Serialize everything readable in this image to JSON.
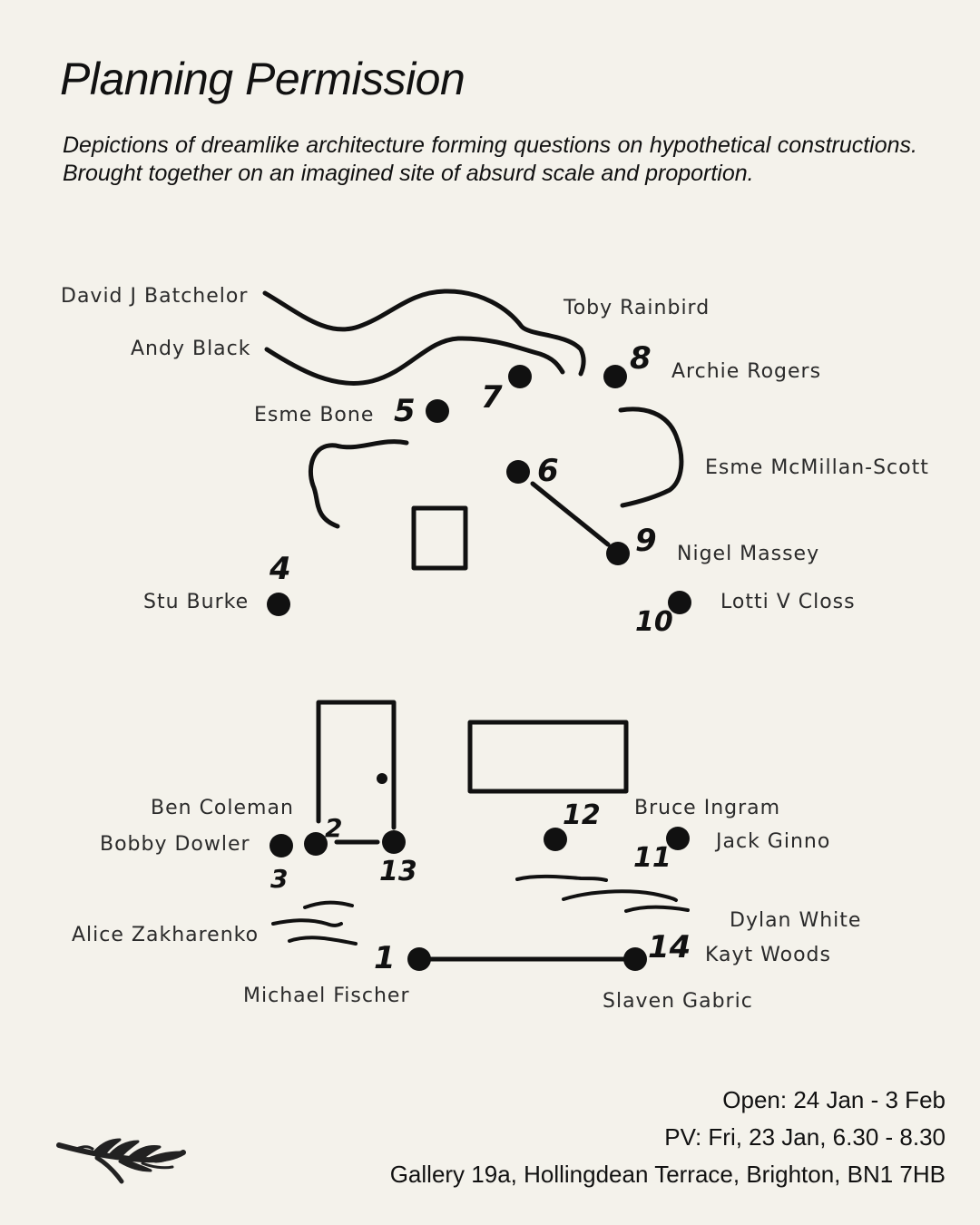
{
  "title": "Planning Permission",
  "description": "Depictions of dreamlike architecture forming questions on hypothetical constructions. Brought together on an imagined site of absurd scale and proportion.",
  "artists": [
    {
      "number": "1",
      "name": "Michael Fischer"
    },
    {
      "number": "2",
      "name": "Ben Coleman"
    },
    {
      "number": "3",
      "name": "Bobby Dowler"
    },
    {
      "number": "4",
      "name": "Stu Burke"
    },
    {
      "number": "5",
      "name": "Esme Bone"
    },
    {
      "number": "6",
      "name": "Esme McMillan-Scott"
    },
    {
      "number": "7",
      "name": "Toby Rainbird"
    },
    {
      "number": "8",
      "name": "Archie Rogers"
    },
    {
      "number": "9",
      "name": "Nigel Massey"
    },
    {
      "number": "10",
      "name": "Lotti V Closs"
    },
    {
      "number": "11",
      "name": "Jack Ginno"
    },
    {
      "number": "12",
      "name": "Bruce Ingram"
    },
    {
      "number": "13",
      "name": "Alice Zakharenko"
    },
    {
      "number": "14",
      "name": "Slaven Gabric"
    }
  ],
  "other_labels": {
    "david": "David J Batchelor",
    "andy": "Andy Black",
    "dylan": "Dylan White",
    "kayt": "Kayt Woods"
  },
  "info": {
    "open": "Open: 24 Jan - 3 Feb",
    "pv": "PV: Fri, 23 Jan, 6.30 - 8.30",
    "address": "Gallery 19a, Hollingdean Terrace, Brighton, BN1 7HB"
  },
  "colors": {
    "background": "#f4f2eb",
    "ink": "#111111"
  },
  "icons": {
    "logo": "branch-logo-icon"
  }
}
